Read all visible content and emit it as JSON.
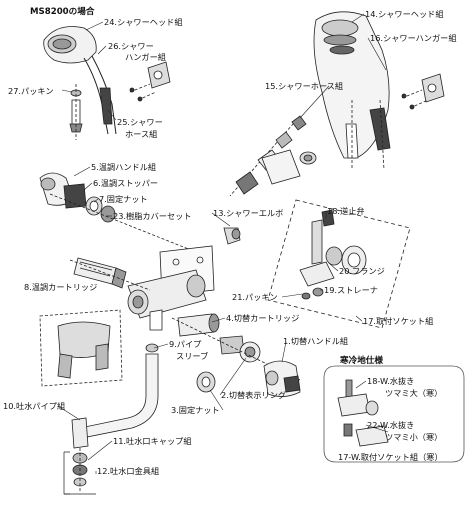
{
  "title": "MS8200の場合",
  "labels": {
    "l1": "1.切替ハンドル組",
    "l2": "2.切替表示リング",
    "l3": "3.固定ナット",
    "l4": "4.切替カートリッジ",
    "l5": "5.温調ハンドル組",
    "l6": "6.温調ストッパー",
    "l7": "7.固定ナット",
    "l8": "8.温調カートリッジ",
    "l9a": "9.パイプ",
    "l9b": "スリーブ",
    "l10": "10.吐水パイプ組",
    "l11": "11.吐水口キャップ組",
    "l12": "12.吐水口金具組",
    "l13": "13.シャワーエルボ",
    "l14": "14.シャワーヘッド組",
    "l15": "15.シャワーホース組",
    "l16": "16.シャワーハンガー組",
    "l17": "17.取付ソケット組",
    "l18": "18.逆止弁",
    "l19": "19.ストレーナ",
    "l20": "20.フランジ",
    "l21": "21.パッキン",
    "l23": "23.樹脂カバーセット",
    "l24": "24.シャワーヘッド組",
    "l25a": "25.シャワー",
    "l25b": "ホース組",
    "l26a": "26.シャワー",
    "l26b": "ハンガー組",
    "l27": "27.パッキン",
    "cold_title": "寒冷地仕様",
    "c18a": "18-W.水抜き",
    "c18b": "ツマミ大（寒）",
    "c22a": "22-W.水抜き",
    "c22b": "ツマミ小（寒）",
    "c17": "17-W.取付ソケット組（寒）"
  }
}
